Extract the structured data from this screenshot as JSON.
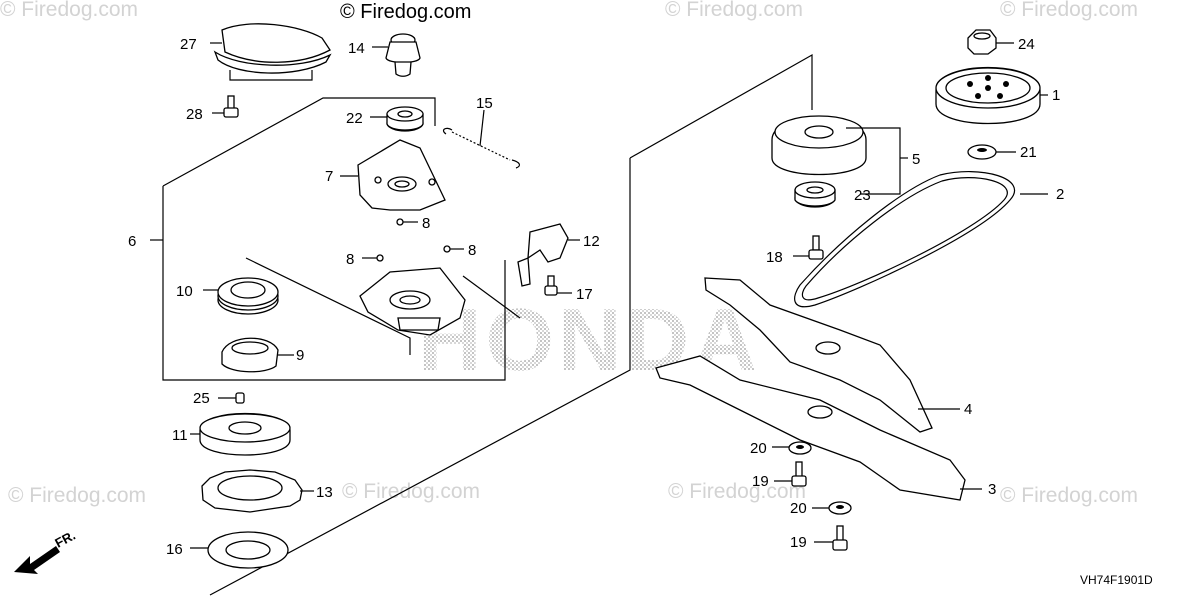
{
  "copyright": "© Firedog.com",
  "watermark": "© Firedog.com",
  "brand_watermark": "HONDA",
  "diagram_code": "VH74F1901D",
  "direction_label": "FR.",
  "callouts": {
    "p1": "1",
    "p2": "2",
    "p3": "3",
    "p4": "4",
    "p5": "5",
    "p6": "6",
    "p7": "7",
    "p8a": "8",
    "p8b": "8",
    "p8c": "8",
    "p9": "9",
    "p10": "10",
    "p11": "11",
    "p12": "12",
    "p13": "13",
    "p14": "14",
    "p15": "15",
    "p16": "16",
    "p17": "17",
    "p18": "18",
    "p19a": "19",
    "p19b": "19",
    "p20a": "20",
    "p20b": "20",
    "p21": "21",
    "p22": "22",
    "p23": "23",
    "p24": "24",
    "p25": "25",
    "p27": "27",
    "p28": "28"
  }
}
